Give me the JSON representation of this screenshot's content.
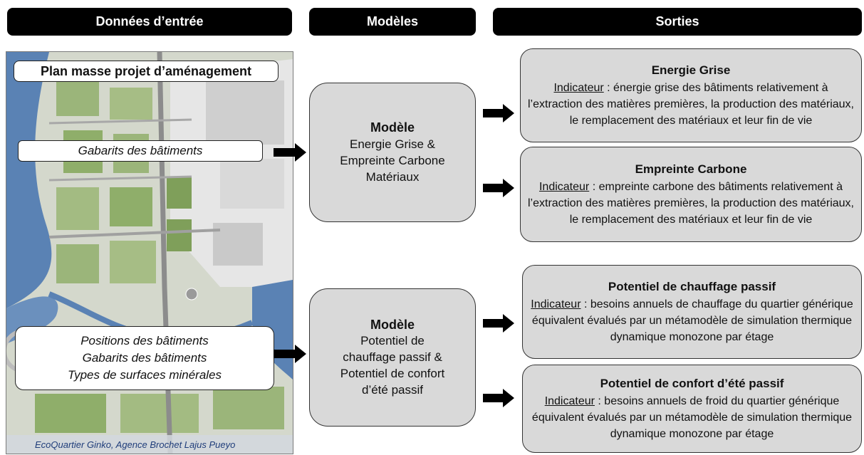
{
  "headers": {
    "inputs": "Données d’entrée",
    "models": "Modèles",
    "outputs": "Sorties"
  },
  "map": {
    "title": "Plan masse projet d’aménagement",
    "label_top": "Gabarits des bâtiments",
    "label_bottom": [
      "Positions des bâtiments",
      "Gabarits des bâtiments",
      "Types de surfaces minérales"
    ],
    "credit": "EcoQuartier Ginko, Agence Brochet Lajus Pueyo"
  },
  "models": [
    {
      "title": "Modèle",
      "lines": [
        "Energie Grise &",
        "Empreinte Carbone",
        "Matériaux"
      ]
    },
    {
      "title": "Modèle",
      "lines": [
        "Potentiel de",
        "chauffage passif &",
        "Potentiel de confort",
        "d’été passif"
      ]
    }
  ],
  "outputs": [
    {
      "title": "Energie Grise",
      "indicator_label": "Indicateur",
      "text": " : énergie grise des bâtiments relativement à l’extraction des matières premières, la production des matériaux, le remplacement des matériaux et leur fin de vie"
    },
    {
      "title": "Empreinte Carbone",
      "indicator_label": "Indicateur",
      "text": " : empreinte carbone des bâtiments relativement à l’extraction des matières premières, la production des matériaux, le remplacement des matériaux et leur fin de vie"
    },
    {
      "title": "Potentiel de chauffage passif",
      "indicator_label": "Indicateur",
      "text": " : besoins annuels de chauffage du quartier générique équivalent évalués par un métamodèle de simulation thermique dynamique monozone par étage"
    },
    {
      "title": "Potentiel de confort d’été passif",
      "indicator_label": "Indicateur",
      "text": " : besoins annuels de froid du quartier générique équivalent évalués par un métamodèle de simulation thermique dynamique monozone par étage"
    }
  ],
  "colors": {
    "header_bg": "#000000",
    "box_fill": "#d9d9d9",
    "water": "#5a82b4",
    "greenery": "#8fae6a",
    "credit_text": "#1f3d7a"
  }
}
